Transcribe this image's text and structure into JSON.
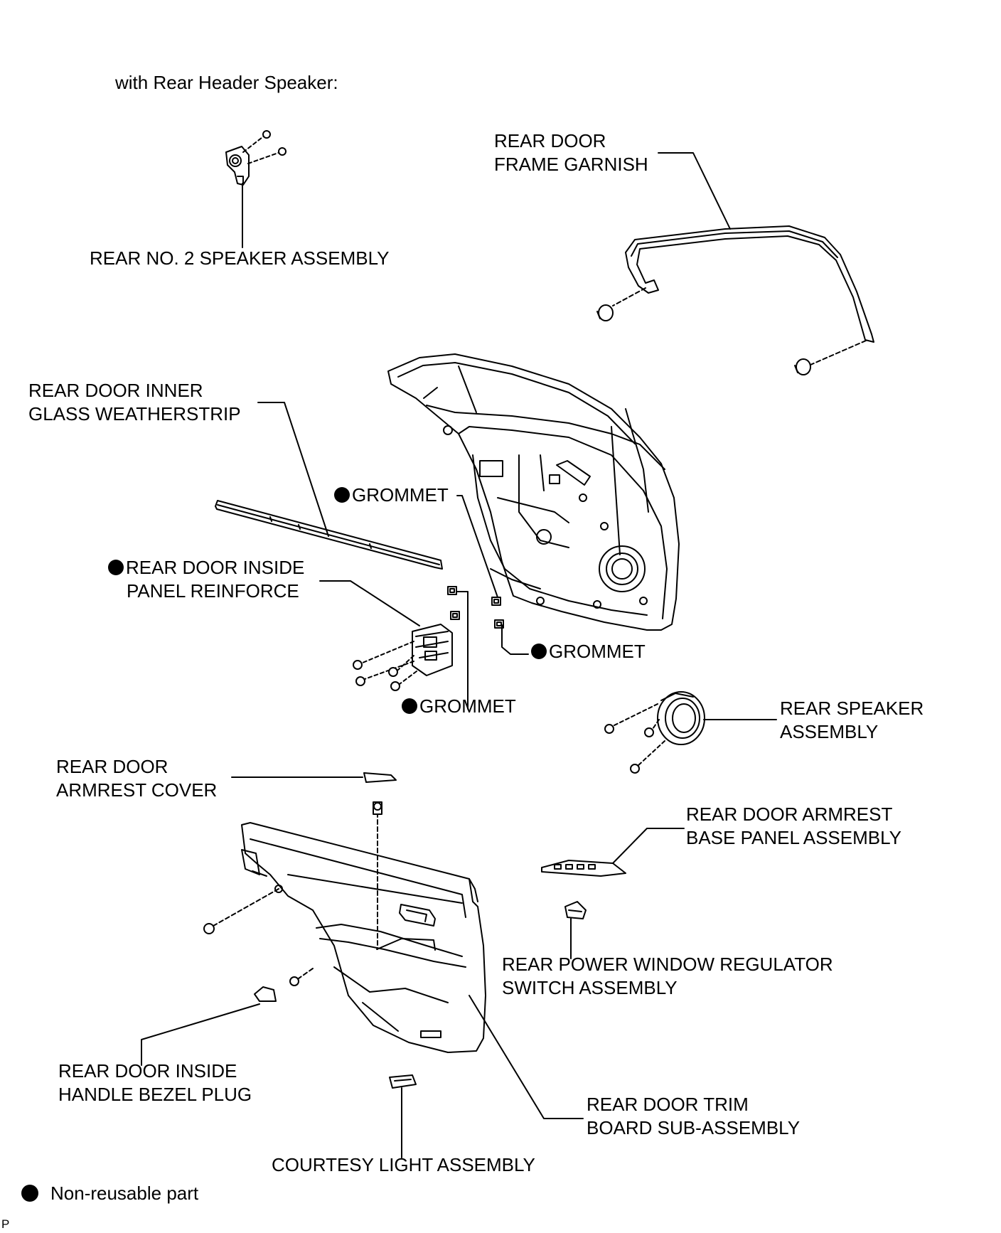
{
  "header": "with Rear Header Speaker:",
  "labels": {
    "rear_no2_speaker": [
      "REAR NO. 2 SPEAKER ASSEMBLY"
    ],
    "frame_garnish": [
      "REAR DOOR",
      "FRAME GARNISH"
    ],
    "inner_glass_weatherstrip": [
      "REAR DOOR INNER",
      "GLASS WEATHERSTRIP"
    ],
    "grommet_top": "GROMMET",
    "inside_panel_reinforce": [
      "REAR DOOR INSIDE",
      "PANEL REINFORCE"
    ],
    "grommet_right": "GROMMET",
    "grommet_bottom": "GROMMET",
    "rear_speaker": [
      "REAR SPEAKER",
      "ASSEMBLY"
    ],
    "armrest_cover": [
      "REAR DOOR",
      "ARMREST COVER"
    ],
    "armrest_base_panel": [
      "REAR DOOR ARMREST",
      "BASE PANEL ASSEMBLY"
    ],
    "power_window_switch": [
      "REAR POWER WINDOW REGULATOR",
      "SWITCH ASSEMBLY"
    ],
    "handle_bezel_plug": [
      "REAR DOOR INSIDE",
      "HANDLE BEZEL PLUG"
    ],
    "trim_board": [
      "REAR DOOR TRIM",
      "BOARD SUB-ASSEMBLY"
    ],
    "courtesy_light": [
      "COURTESY LIGHT ASSEMBLY"
    ]
  },
  "legend": {
    "symbol": "filled-circle",
    "text": "Non-reusable part"
  },
  "diagram_id": "P"
}
